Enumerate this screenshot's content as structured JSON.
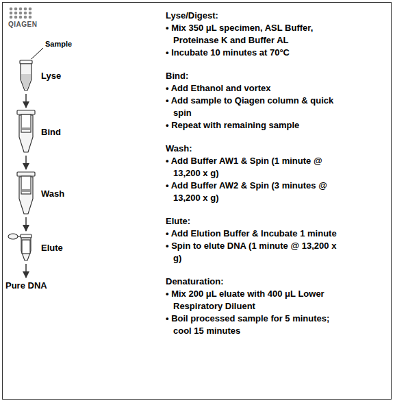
{
  "diagram": {
    "nodes": [
      {
        "text": [
          "Lyse"
        ]
      },
      {
        "text": [
          "Bind"
        ]
      },
      {
        "text": [
          "Wash"
        ]
      },
      {
        "text": [
          "Elute"
        ]
      },
      {
        "text": [
          "Pure DNA"
        ]
      }
    ],
    "edges": [
      {
        "from": 0,
        "to": 1,
        "arrow": "to"
      },
      {
        "from": 1,
        "to": 2,
        "arrow": "to"
      },
      {
        "from": 2,
        "to": 3,
        "arrow": "to"
      },
      {
        "from": 3,
        "to": 4,
        "arrow": "to"
      }
    ],
    "labels": [
      "QIAGEN",
      "Sample",
      "Lyse/Digest:",
      "• Mix 350 μL specimen, ASL Buffer, Proteinase K and Buffer AL",
      "• Incubate 10 minutes at 70°C",
      "Bind:",
      "• Add Ethanol and vortex",
      "• Add sample to Qiagen column & quick spin",
      "• Repeat with remaining sample",
      "Wash:",
      "• Add Buffer AW1 & Spin (1 minute @ 13,200 x g)",
      "• Add Buffer AW2 & Spin (3 minutes @ 13,200 x g)",
      "Elute:",
      "• Add Elution Buffer & Incubate 1 minute",
      "• Spin to elute DNA (1 minute @ 13,200 x g)",
      "Denaturation:",
      "• Mix 200 μL eluate with 400 μL Lower Respiratory Diluent",
      "• Boil processed sample for 5 minutes; cool 15 minutes"
    ]
  }
}
